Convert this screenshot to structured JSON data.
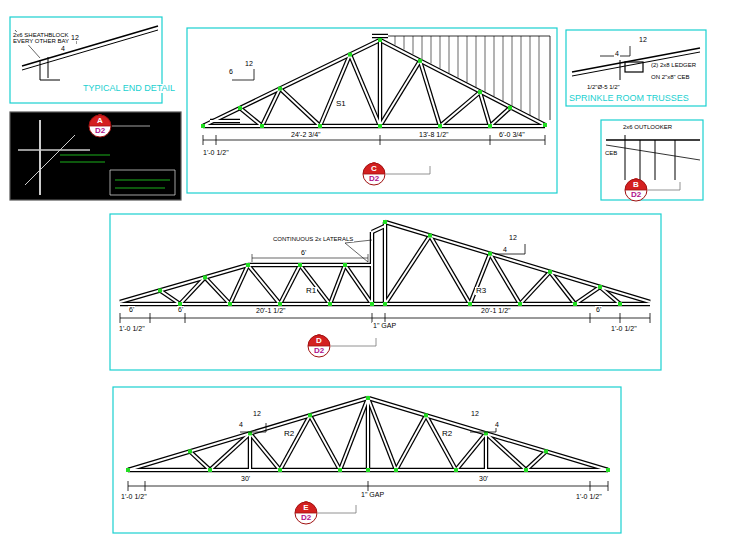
{
  "diagram": {
    "nodes": [
      {
        "text": [
          "A",
          "D2"
        ]
      },
      {
        "text": [
          "C",
          "D2"
        ]
      },
      {
        "text": [
          "B",
          "D2"
        ]
      },
      {
        "text": [
          "D",
          "D2"
        ]
      },
      {
        "text": [
          "E",
          "D2"
        ]
      }
    ],
    "labels": [
      "2x6 SHEATHBLOCK EVERY OTHER BAY",
      "12",
      "4",
      "TYPICAL END DETAIL",
      "12",
      "4",
      "(2) 2x8 LEDGER",
      "ON 2\"x8\" CEB",
      "1/2\"Ø-5 1/2\"",
      "SPRINKLE ROOM TRUSSES",
      "2x6 OUTLOOKER",
      "CEB",
      "6",
      "12",
      "S1",
      "1'-0 1/2\"",
      "24'-2 3/4\"",
      "13'-8 1/2\"",
      "6'-0 3/4\"",
      "CONTINUOUS 2x LATERALS",
      "6'",
      "12",
      "4",
      "R1",
      "R3",
      "6'",
      "6'",
      "20'-1 1/2\"",
      "1\" GAP",
      "20'-1 1/2\"",
      "6'",
      "1'-0 1/2\"",
      "1'-0 1/2\"",
      "12",
      "4",
      "R2",
      "R2",
      "12",
      "4",
      "1'-0 1/2\"",
      "30'",
      "1\" GAP",
      "30'",
      "1'-0 1/2\""
    ]
  }
}
